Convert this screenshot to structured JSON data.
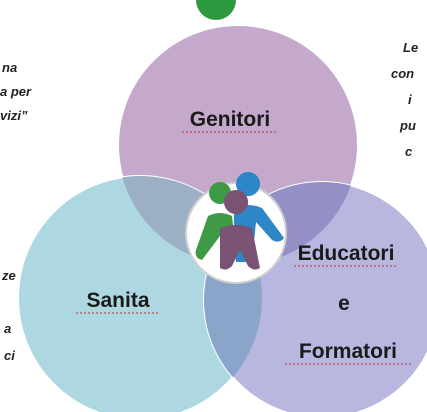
{
  "diagram": {
    "circles": [
      {
        "label": "Genitori",
        "color": "#c4a9cc"
      },
      {
        "label": "Sanita",
        "color": "#a6d5df"
      },
      {
        "label_lines": [
          "Educatori",
          "e",
          "Formatori"
        ],
        "color": "#b1b1dc"
      }
    ],
    "overlap_colors": {
      "top_left": "#9cafc4",
      "top_right": "#9390c8",
      "bottom": "#8aa5c9"
    },
    "center_logo": {
      "icon": "people-figures-logo",
      "colors": [
        "#3f9a45",
        "#2d86c6",
        "#7a5274"
      ]
    },
    "top_badge_color": "#2e9a3f"
  },
  "side_text": {
    "left_top": [
      "na",
      "a per",
      "vizi”"
    ],
    "left_bottom": [
      "ze",
      "a",
      "ci"
    ],
    "right": [
      "Le",
      "con",
      "i",
      "pu",
      "c"
    ]
  }
}
